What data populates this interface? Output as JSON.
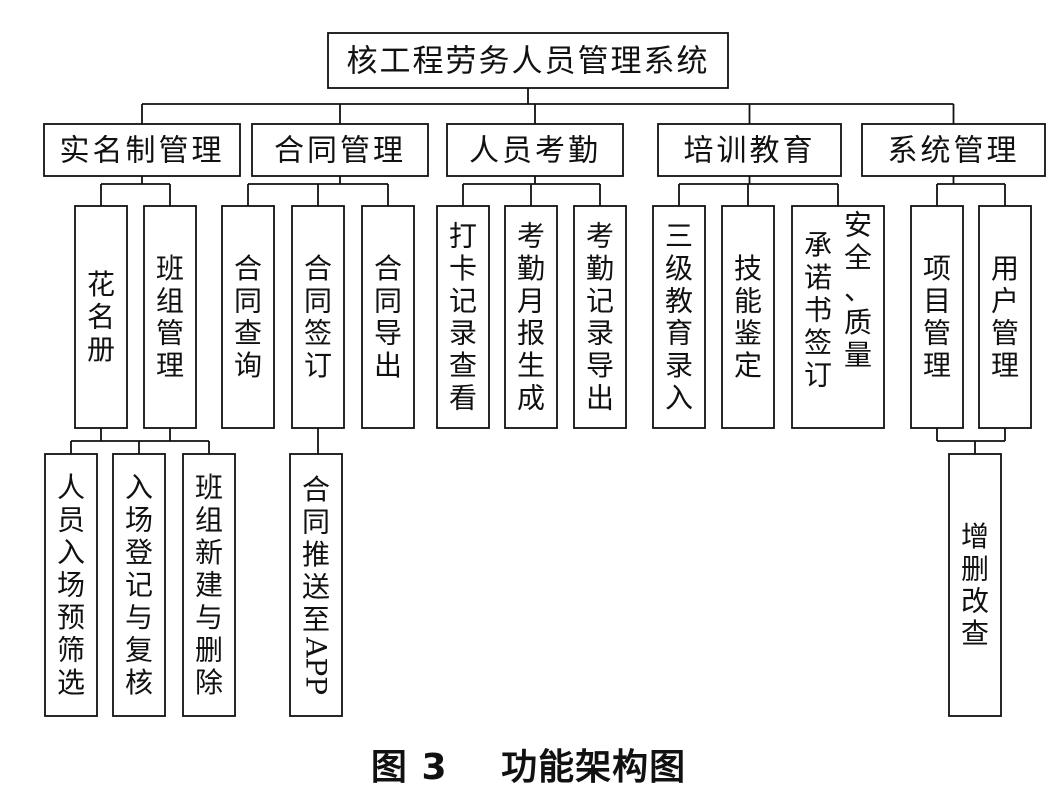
{
  "diagram": {
    "root": "核工程劳务人员管理系统",
    "modules": [
      {
        "label": "实名制管理",
        "functions": [
          {
            "label": "花名册",
            "children": [
              "人员入场预筛选",
              "入场登记与复核"
            ]
          },
          {
            "label": "班组管理",
            "children": [
              "班组新建与删除"
            ]
          }
        ]
      },
      {
        "label": "合同管理",
        "functions": [
          {
            "label": "合同查询",
            "children": []
          },
          {
            "label": "合同签订",
            "children": [
              "合同推送至APP"
            ]
          },
          {
            "label": "合同导出",
            "children": []
          }
        ]
      },
      {
        "label": "人员考勤",
        "functions": [
          {
            "label": "打卡记录查看",
            "children": []
          },
          {
            "label": "考勤月报生成",
            "children": []
          },
          {
            "label": "考勤记录导出",
            "children": []
          }
        ]
      },
      {
        "label": "培训教育",
        "functions": [
          {
            "label": "三级教育录入",
            "children": []
          },
          {
            "label": "技能鉴定",
            "children": []
          },
          {
            "label": "安全、质量承诺书签订",
            "children": []
          }
        ]
      },
      {
        "label": "系统管理",
        "functions": [
          {
            "label": "项目管理",
            "children": []
          },
          {
            "label": "用户管理",
            "children": [
              "增删改查"
            ]
          }
        ]
      }
    ]
  },
  "caption": {
    "number": "图 3",
    "title": "功能架构图"
  }
}
